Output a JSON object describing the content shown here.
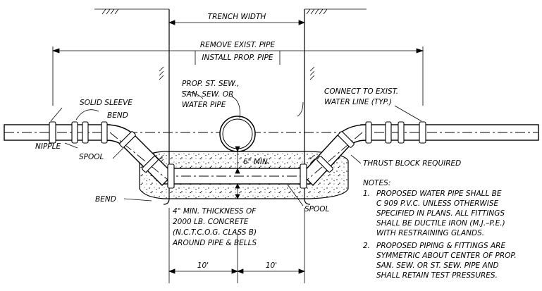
{
  "labels": {
    "trench_width": "TRENCH WIDTH",
    "remove_exist": "REMOVE EXIST. PIPE",
    "install_prop": "INSTALL PROP. PIPE",
    "prop_sewer_1": "PROP. ST. SEW.,",
    "prop_sewer_2": "SAN. SEW. OR",
    "prop_sewer_3": "WATER PIPE",
    "solid_sleeve": "SOLID SLEEVE",
    "bend_top": "BEND",
    "connect_1": "CONNECT TO EXIST.",
    "connect_2": "WATER LINE (TYP.)",
    "nipple": "NIPPLE",
    "spool_left": "SPOOL",
    "six_min": "6\" MIN.",
    "thrust_block": "THRUST BLOCK REQUIRED",
    "bend_bottom": "BEND",
    "spool_right": "SPOOL",
    "concrete_1": "4\" MIN. THICKNESS OF",
    "concrete_2": "2000 LB. CONCRETE",
    "concrete_3": "(N.C.T.C.O.G. CLASS B)",
    "concrete_4": "AROUND PIPE & BELLS",
    "dim_left": "10'",
    "dim_right": "10'"
  },
  "notes": {
    "title": "NOTES:",
    "n1_num": "1.",
    "n1_l1": "PROPOSED WATER PIPE SHALL BE",
    "n1_l2": "C 909 P.V.C. UNLESS OTHERWISE",
    "n1_l3": "SPECIFIED IN PLANS.  ALL FITTINGS",
    "n1_l4": "SHALL BE DUCTILE IRON (M.J.–P.E.)",
    "n1_l5": "WITH RESTRAINING GLANDS.",
    "n2_num": "2.",
    "n2_l1": "PROPOSED PIPING & FITTINGS ARE",
    "n2_l2": "SYMMETRIC ABOUT CENTER OF PROP.",
    "n2_l3": "SAN. SEW. OR ST. SEW. PIPE AND",
    "n2_l4": "SHALL RETAIN TEST PRESSURES."
  }
}
